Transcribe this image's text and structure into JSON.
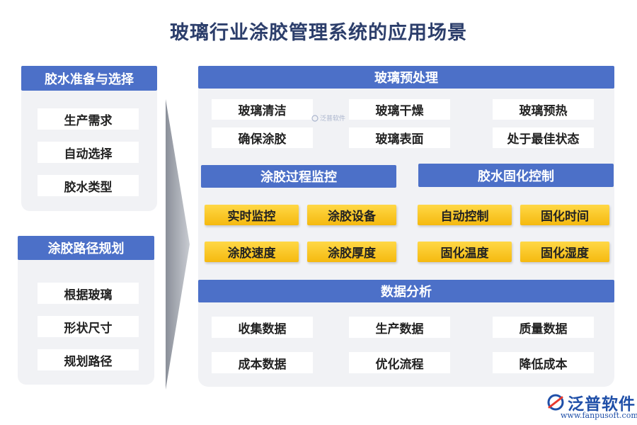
{
  "title": "玻璃行业涂胶管理系统的应用场景",
  "left": {
    "prep": {
      "header": "胶水准备与选择",
      "items": [
        "生产需求",
        "自动选择",
        "胶水类型"
      ]
    },
    "path": {
      "header": "涂胶路径规划",
      "items": [
        "根据玻璃",
        "形状尺寸",
        "规划路径"
      ]
    }
  },
  "pretreat": {
    "header": "玻璃预处理",
    "items": [
      "玻璃清洁",
      "玻璃干燥",
      "玻璃预热",
      "确保涂胶",
      "玻璃表面",
      "处于最佳状态"
    ]
  },
  "monitor": {
    "header": "涂胶过程监控",
    "items": [
      "实时监控",
      "涂胶设备",
      "涂胶速度",
      "涂胶厚度"
    ]
  },
  "curing": {
    "header": "胶水固化控制",
    "items": [
      "自动控制",
      "固化时间",
      "固化温度",
      "固化湿度"
    ]
  },
  "analysis": {
    "header": "数据分析",
    "items": [
      "收集数据",
      "生产数据",
      "质量数据",
      "成本数据",
      "优化流程",
      "降低成本"
    ]
  },
  "watermark": "泛普软件",
  "logo": {
    "name": "泛普软件",
    "url": "www.fanpusoft.com",
    "icon": "fanpu-logo-icon"
  },
  "colors": {
    "header_blue": "#4c70c8",
    "chip_yellow": "#fbc82a",
    "panel_gray": "#f1f2f5",
    "title": "#2c3e6b"
  }
}
